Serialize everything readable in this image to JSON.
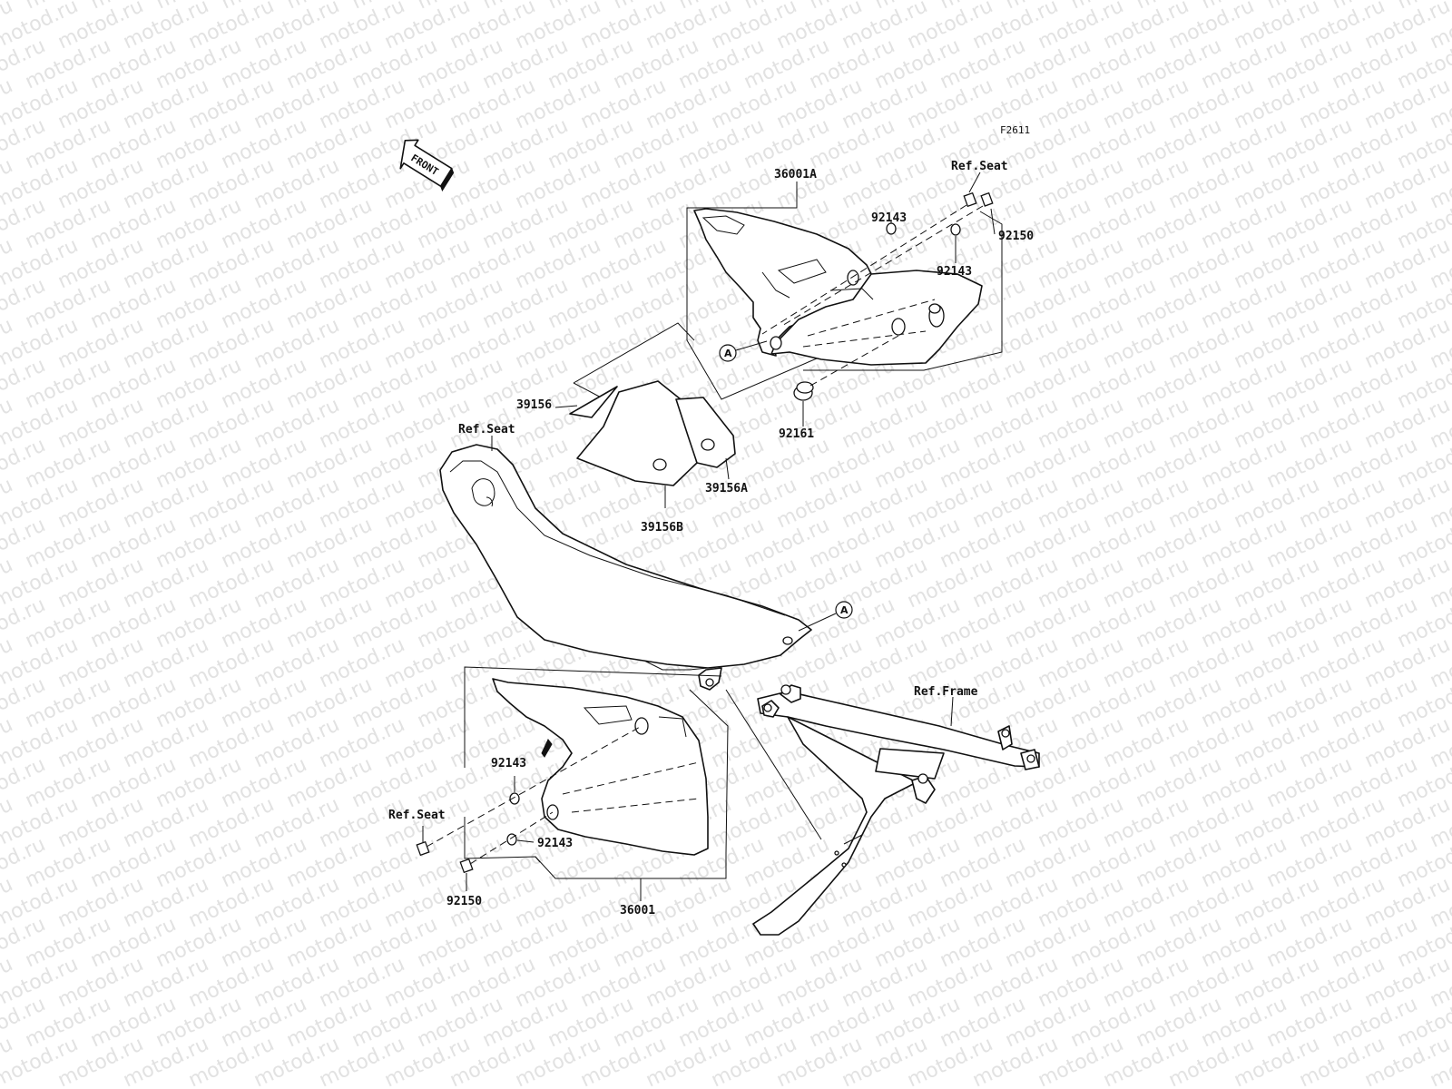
{
  "watermark": "motod.ru",
  "figure_code": "F2611",
  "front_arrow": "FRONT",
  "circle_ref": "A",
  "labels": {
    "cover_a": "36001A",
    "ref_seat_top": "Ref.Seat",
    "n92143_top": "92143",
    "n92150_top": "92150",
    "n92143_top2": "92143",
    "n92161": "92161",
    "n39156": "39156",
    "n39156a": "39156A",
    "n39156b": "39156B",
    "ref_seat_mid": "Ref.Seat",
    "ref_frame": "Ref.Frame",
    "n92143_low": "92143",
    "ref_seat_low": "Ref.Seat",
    "n92143_low2": "92143",
    "n92150_low": "92150",
    "cover": "36001"
  },
  "colors": {
    "line": "#111111",
    "watermark": "#e2e2e2",
    "background": "#ffffff"
  }
}
